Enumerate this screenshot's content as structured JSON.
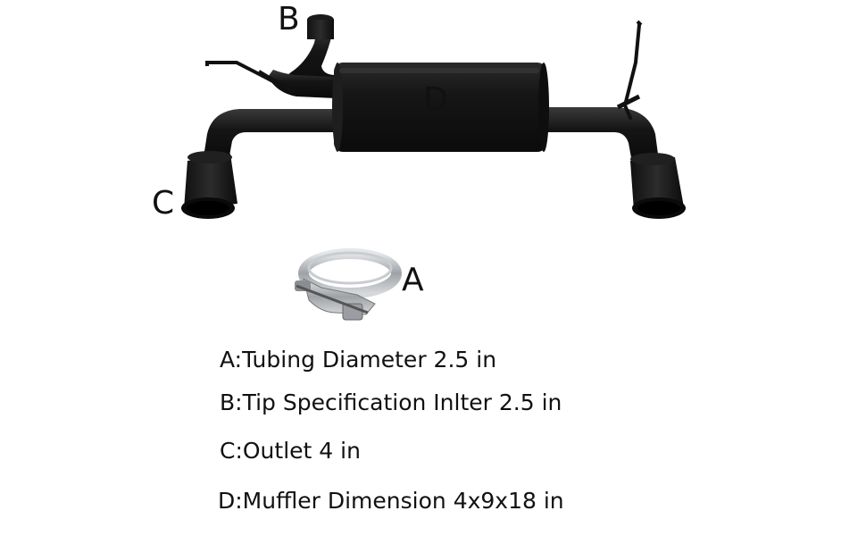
{
  "callouts": {
    "a": "A",
    "b": "B",
    "c": "C",
    "d": "D"
  },
  "specs": [
    {
      "label": "A:Tubing Diameter 2.5 in"
    },
    {
      "label": "B:Tip Specification Inlter 2.5 in"
    },
    {
      "label": "C:Outlet 4 in"
    },
    {
      "label": "D:Muffler Dimension 4x9x18 in"
    }
  ],
  "colors": {
    "pipe": "#141414",
    "pipe_highlight": "#3a3a3a",
    "clamp": "#b9bcc0",
    "text": "#111111"
  }
}
